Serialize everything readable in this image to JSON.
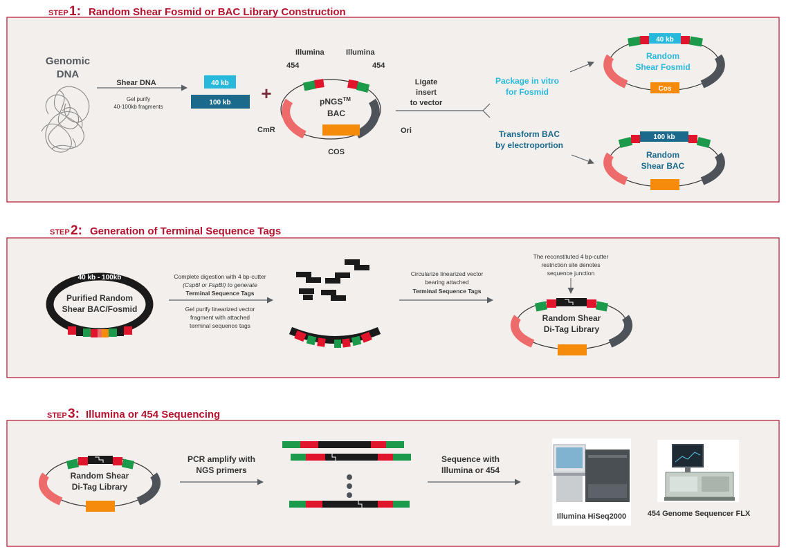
{
  "step1": {
    "prefix": "STEP",
    "number": "1:",
    "title": "Random Shear Fosmid or BAC Library Construction",
    "genomic_line1": "Genomic",
    "genomic_line2": "DNA",
    "shear_dna": "Shear DNA",
    "gel_line1": "Gel purify",
    "gel_line2": "40-100kb fragments",
    "box_40kb": "40 kb",
    "box_100kb": "100 kb",
    "plus": "+",
    "illumina_left": "Illumina",
    "illumina_right": "Illumina",
    "n454_left": "454",
    "n454_right": "454",
    "bac_line1": "pNGS",
    "bac_tm": "TM",
    "bac_line2": "BAC",
    "cmr": "CmR",
    "ori": "Ori",
    "cos": "COS",
    "ligate_line1": "Ligate",
    "ligate_line2": "insert",
    "ligate_line3": "to vector",
    "package_line1": "Package in vitro",
    "package_line2": "for Fosmid",
    "transform_line1": "Transform BAC",
    "transform_line2": "by electroportion",
    "fosmid_band": "40 kb",
    "fosmid_line1": "Random",
    "fosmid_line2": "Shear Fosmid",
    "fosmid_cos": "Cos",
    "bac_band": "100 kb",
    "shearbac_line1": "Random",
    "shearbac_line2": "Shear BAC"
  },
  "step2": {
    "prefix": "STEP",
    "number": "2:",
    "title": "Generation of Terminal Sequence Tags",
    "ring_label": "40 kb - 100kb",
    "purified_line1": "Purified Random",
    "purified_line2": "Shear BAC/Fosmid",
    "digest_line1": "Complete digestion with 4 bp-cutter",
    "digest_line2": "(Csp6I or FspBI) to generate",
    "digest_line3": "Terminal Sequence Tags",
    "gel_line1": "Gel purify linearized vector",
    "gel_line2": "fragment with attached",
    "gel_line3": "terminal sequence tags",
    "circ_line1": "Circularize linearized vector",
    "circ_line2": "bearing attached",
    "circ_line3": "Terminal Sequence Tags",
    "note_line1": "The reconstituted 4 bp-cutter",
    "note_line2": "restriction site denotes",
    "note_line3": "sequence junction",
    "ditag_line1": "Random Shear",
    "ditag_line2": "Di-Tag Library"
  },
  "step3": {
    "prefix": "STEP",
    "number": "3:",
    "title": "Illumina or 454 Sequencing",
    "ditag_line1": "Random Shear",
    "ditag_line2": "Di-Tag Library",
    "pcr_line1": "PCR amplify with",
    "pcr_line2": "NGS primers",
    "seq_line1": "Sequence with",
    "seq_line2": "Illumina or 454",
    "hiseq_label": "Illumina HiSeq2000",
    "flx_label": "454 Genome Sequencer FLX"
  },
  "colors": {
    "brand_red": "#b5122e",
    "green": "#1a9a4a",
    "red": "#e0142a",
    "orange": "#f58a0b",
    "salmon": "#ee6b6b",
    "slate": "#4d5358",
    "navy": "#1b6a8c",
    "cyan": "#27b8dc",
    "panel": "#f2efec"
  }
}
